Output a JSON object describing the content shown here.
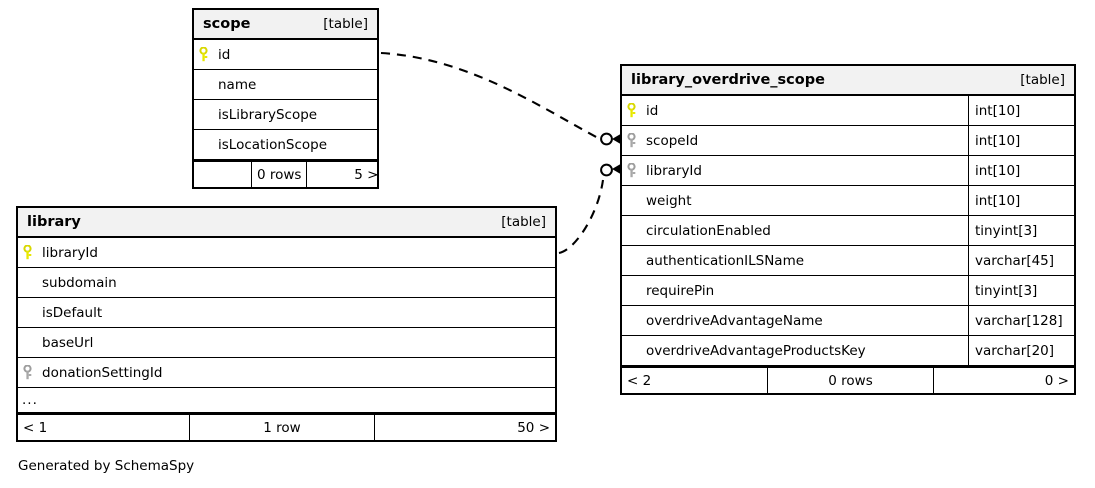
{
  "diagram": {
    "caption": "Generated by SchemaSpy",
    "table_tag": "[table]",
    "key_icon_primary": "key-icon-primary",
    "key_icon_foreign": "key-icon-foreign",
    "colors": {
      "primary_key": "#e8e800",
      "foreign_key": "#a8a8a8",
      "header_bg": "#f2f2f2",
      "border": "#000000",
      "background": "#ffffff",
      "edge": "#000000"
    }
  },
  "tables": [
    {
      "name": "scope",
      "tag": "[table]",
      "columns": [
        {
          "name": "id",
          "type": "",
          "key": "primary"
        },
        {
          "name": "name",
          "type": "",
          "key": "none"
        },
        {
          "name": "isLibraryScope",
          "type": "",
          "key": "none"
        },
        {
          "name": "isLocationScope",
          "type": "",
          "key": "none"
        }
      ],
      "footer": {
        "left": "",
        "center": "0 rows",
        "right": "5 >"
      }
    },
    {
      "name": "library",
      "tag": "[table]",
      "columns": [
        {
          "name": "libraryId",
          "type": "",
          "key": "primary"
        },
        {
          "name": "subdomain",
          "type": "",
          "key": "none"
        },
        {
          "name": "isDefault",
          "type": "",
          "key": "none"
        },
        {
          "name": "baseUrl",
          "type": "",
          "key": "none"
        },
        {
          "name": "donationSettingId",
          "type": "",
          "key": "foreign"
        }
      ],
      "more_indicator": "...",
      "footer": {
        "left": "< 1",
        "center": "1 row",
        "right": "50 >"
      }
    },
    {
      "name": "library_overdrive_scope",
      "tag": "[table]",
      "columns": [
        {
          "name": "id",
          "type": "int[10]",
          "key": "primary"
        },
        {
          "name": "scopeId",
          "type": "int[10]",
          "key": "foreign"
        },
        {
          "name": "libraryId",
          "type": "int[10]",
          "key": "foreign"
        },
        {
          "name": "weight",
          "type": "int[10]",
          "key": "none"
        },
        {
          "name": "circulationEnabled",
          "type": "tinyint[3]",
          "key": "none"
        },
        {
          "name": "authenticationILSName",
          "type": "varchar[45]",
          "key": "none"
        },
        {
          "name": "requirePin",
          "type": "tinyint[3]",
          "key": "none"
        },
        {
          "name": "overdriveAdvantageName",
          "type": "varchar[128]",
          "key": "none"
        },
        {
          "name": "overdriveAdvantageProductsKey",
          "type": "varchar[20]",
          "key": "none"
        }
      ],
      "footer": {
        "left": "< 2",
        "center": "0 rows",
        "right": "0 >"
      }
    }
  ],
  "relationships": [
    {
      "from_table": "scope",
      "from_column": "id",
      "to_table": "library_overdrive_scope",
      "to_column": "scopeId",
      "style": "dashed",
      "cardinality": "zero-or-many"
    },
    {
      "from_table": "library",
      "from_column": "libraryId",
      "to_table": "library_overdrive_scope",
      "to_column": "libraryId",
      "style": "dashed",
      "cardinality": "zero-or-many"
    }
  ]
}
